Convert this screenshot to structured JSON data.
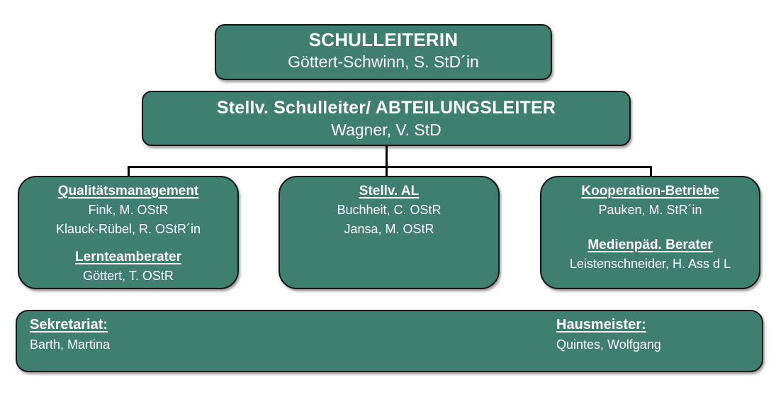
{
  "colors": {
    "background": "#FFFFFF",
    "box_fill": "#3E7F70",
    "box_border": "#141414",
    "text": "#FFFFFF",
    "connector": "#000000"
  },
  "root": {
    "title": "SCHULLEITERIN",
    "person": "Göttert-Schwinn, S. StD´in"
  },
  "deputy": {
    "title": "Stellv. Schulleiter/ ABTEILUNGSLEITER",
    "person": "Wagner, V. StD"
  },
  "departments": [
    {
      "sections": [
        {
          "title": "Qualitätsmanagement",
          "members": [
            "Fink, M. OStR",
            "Klauck-Rübel, R. OStR´in"
          ]
        },
        {
          "title": "Lernteamberater",
          "members": [
            "Göttert, T. OStR"
          ]
        }
      ]
    },
    {
      "sections": [
        {
          "title": "Stellv. AL",
          "members": [
            "Buchheit, C. OStR",
            "Jansa, M. OStR"
          ]
        }
      ]
    },
    {
      "sections": [
        {
          "title": "Kooperation-Betriebe",
          "members": [
            "Pauken, M. StR´in"
          ]
        },
        {
          "title": "Medienpäd. Berater",
          "members": [
            "Leistenschneider, H. Ass d L"
          ]
        }
      ]
    }
  ],
  "support": {
    "columns": [
      {
        "title": "Sekretariat:",
        "member": "Barth, Martina"
      },
      {
        "title": "Hausmeister:",
        "member": "Quintes, Wolfgang"
      }
    ]
  }
}
